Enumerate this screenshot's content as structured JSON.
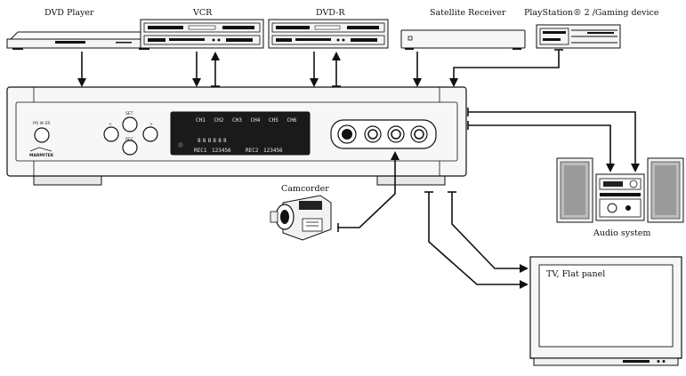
{
  "labels": {
    "dvd_player": "DVD Player",
    "vcr": "VCR",
    "dvd_r": "DVD-R",
    "satellite": "Satellite Receiver",
    "playstation": "PlayStation® 2 /Gaming device",
    "camcorder": "Camcorder",
    "audio": "Audio system",
    "tv": "TV, Flat panel"
  },
  "switch": {
    "power_label": "PO W ER",
    "brand": "MARMITEK",
    "up_label": "SET",
    "down_label": "REC",
    "left_label": "<",
    "right_label": ">",
    "channels": [
      "CH1",
      "CH2",
      "CH3",
      "CH4",
      "CH5",
      "CH6"
    ],
    "digits": "888888",
    "bottom_left": "REC1",
    "bottom_left_digits": "123456",
    "bottom_mid": "REC2",
    "bottom_right_digits": "123456"
  },
  "colors": {
    "line": "#111111",
    "display_bg": "#1a1a1a",
    "device_fill": "#f4f4f4"
  }
}
